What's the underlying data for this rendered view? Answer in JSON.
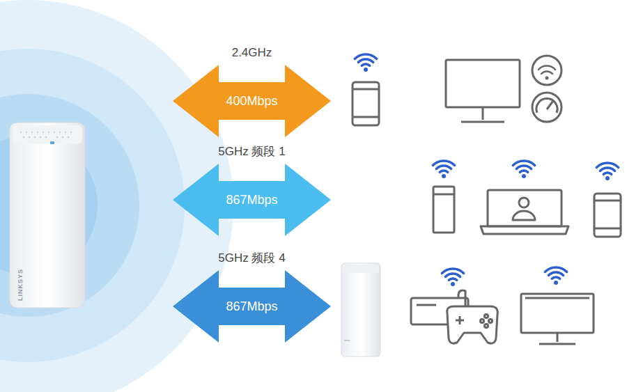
{
  "diagram": {
    "nodes": [
      {
        "text": [
          "2.4GHz",
          "400Mbps"
        ]
      },
      {
        "text": [
          "5GHz 频段 1",
          "867Mbps"
        ]
      },
      {
        "text": [
          "5GHz 频段 4",
          "867Mbps"
        ]
      }
    ],
    "labels": [
      "LINKSYS"
    ]
  }
}
